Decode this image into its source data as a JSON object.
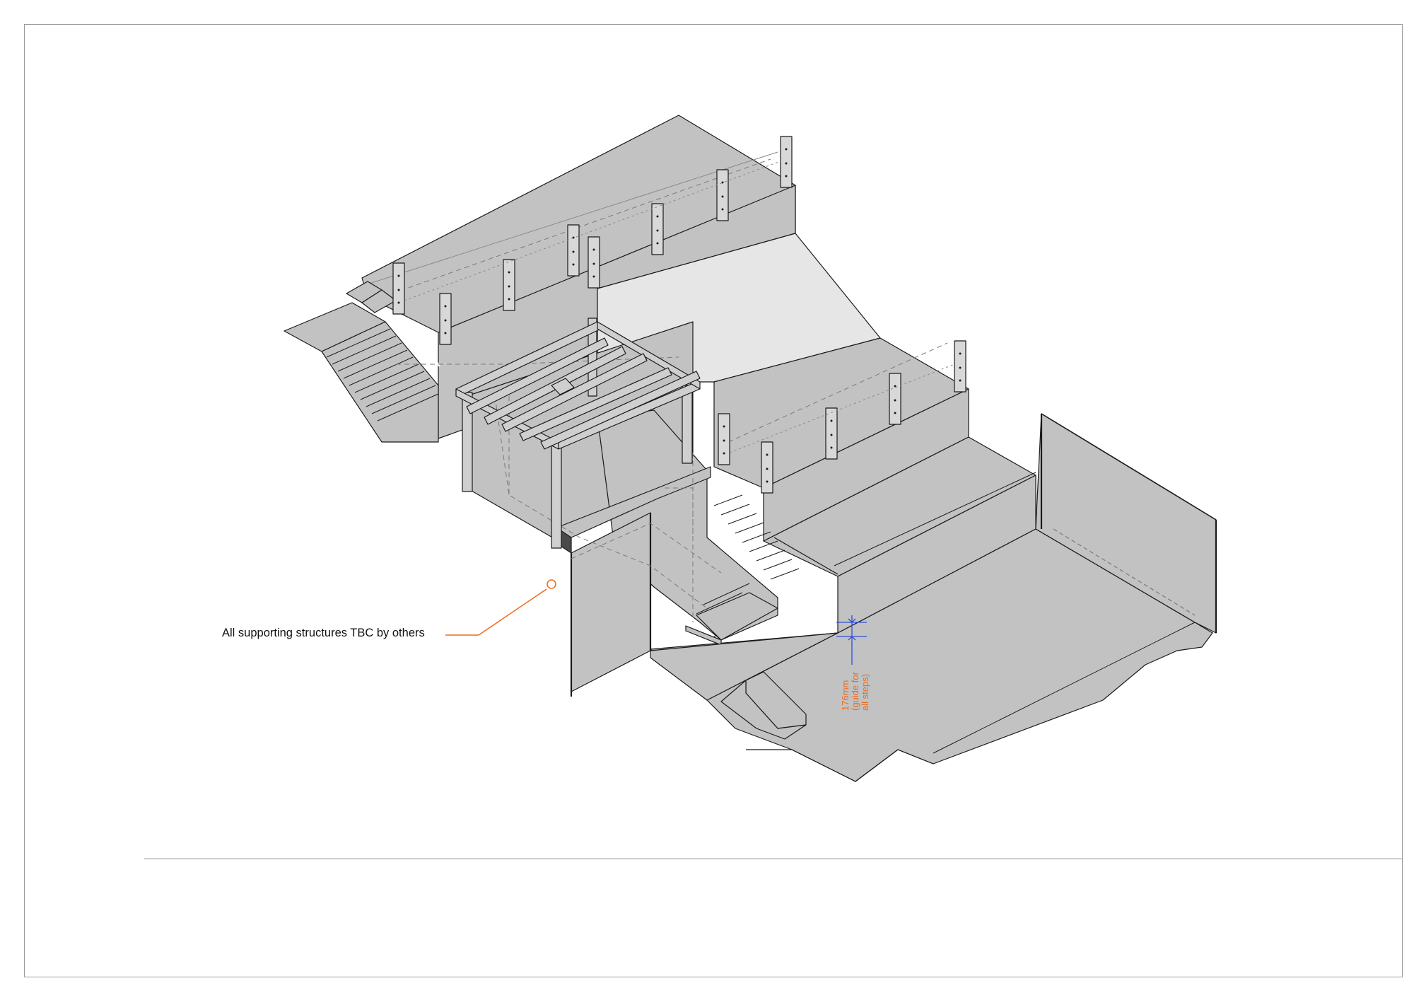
{
  "drawing": {
    "callout": {
      "text": "All supporting structures TBC by others",
      "color": "#ee6a1c"
    },
    "dimension": {
      "line1": "176mm",
      "line2": "(guide for",
      "line3": "all steps)",
      "text_color": "#ee6a1c",
      "marker_color": "#2f4fd6"
    },
    "colors": {
      "concrete_face": "#c2c2c2",
      "concrete_light": "#e6e6e6",
      "edge": "#1a1a1a",
      "hidden_line": "#7a7a7a",
      "timber": "#cfcfcf"
    }
  }
}
